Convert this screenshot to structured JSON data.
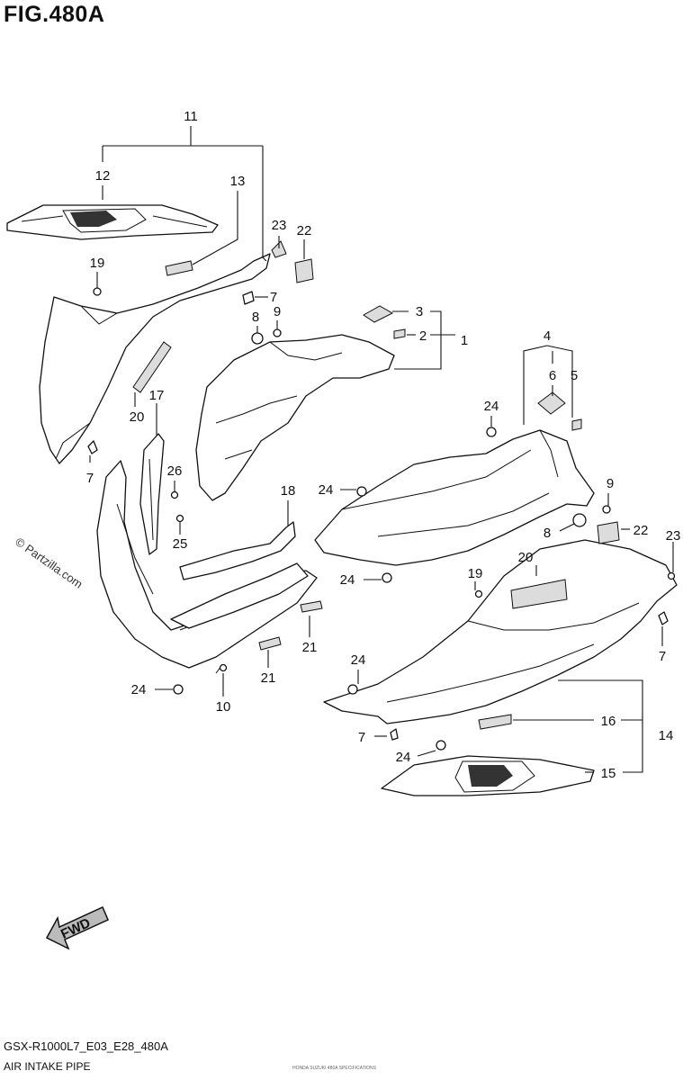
{
  "figure": {
    "title": "FIG.480A",
    "model_code": "GSX-R1000L7_E03_E28_480A",
    "subtitle": "AIR INTAKE PIPE",
    "watermark": "© Partzilla.com",
    "fwd_label": "FWD",
    "fine_print": "HONDA SUZUKI 480A SPECIFICATIONS"
  },
  "callouts": [
    {
      "id": "c11",
      "text": "11"
    },
    {
      "id": "c12",
      "text": "12"
    },
    {
      "id": "c13",
      "text": "13"
    },
    {
      "id": "c19a",
      "text": "19"
    },
    {
      "id": "c23a",
      "text": "23"
    },
    {
      "id": "c22a",
      "text": "22"
    },
    {
      "id": "c7a",
      "text": "7"
    },
    {
      "id": "c8a",
      "text": "8"
    },
    {
      "id": "c9a",
      "text": "9"
    },
    {
      "id": "c3",
      "text": "3"
    },
    {
      "id": "c2",
      "text": "2"
    },
    {
      "id": "c1",
      "text": "1"
    },
    {
      "id": "c20a",
      "text": "20"
    },
    {
      "id": "c17",
      "text": "17"
    },
    {
      "id": "c4",
      "text": "4"
    },
    {
      "id": "c6",
      "text": "6"
    },
    {
      "id": "c5",
      "text": "5"
    },
    {
      "id": "c24a",
      "text": "24"
    },
    {
      "id": "c7b",
      "text": "7"
    },
    {
      "id": "c26",
      "text": "26"
    },
    {
      "id": "c25",
      "text": "25"
    },
    {
      "id": "c18",
      "text": "18"
    },
    {
      "id": "c24b",
      "text": "24"
    },
    {
      "id": "c9b",
      "text": "9"
    },
    {
      "id": "c8b",
      "text": "8"
    },
    {
      "id": "c22b",
      "text": "22"
    },
    {
      "id": "c23b",
      "text": "23"
    },
    {
      "id": "c24c",
      "text": "24"
    },
    {
      "id": "c20b",
      "text": "20"
    },
    {
      "id": "c19b",
      "text": "19"
    },
    {
      "id": "c21a",
      "text": "21"
    },
    {
      "id": "c21b",
      "text": "21"
    },
    {
      "id": "c7c",
      "text": "7"
    },
    {
      "id": "c24d",
      "text": "24"
    },
    {
      "id": "c10",
      "text": "10"
    },
    {
      "id": "c24e",
      "text": "24"
    },
    {
      "id": "c16",
      "text": "16"
    },
    {
      "id": "c14",
      "text": "14"
    },
    {
      "id": "c7d",
      "text": "7"
    },
    {
      "id": "c24f",
      "text": "24"
    },
    {
      "id": "c15",
      "text": "15"
    }
  ]
}
